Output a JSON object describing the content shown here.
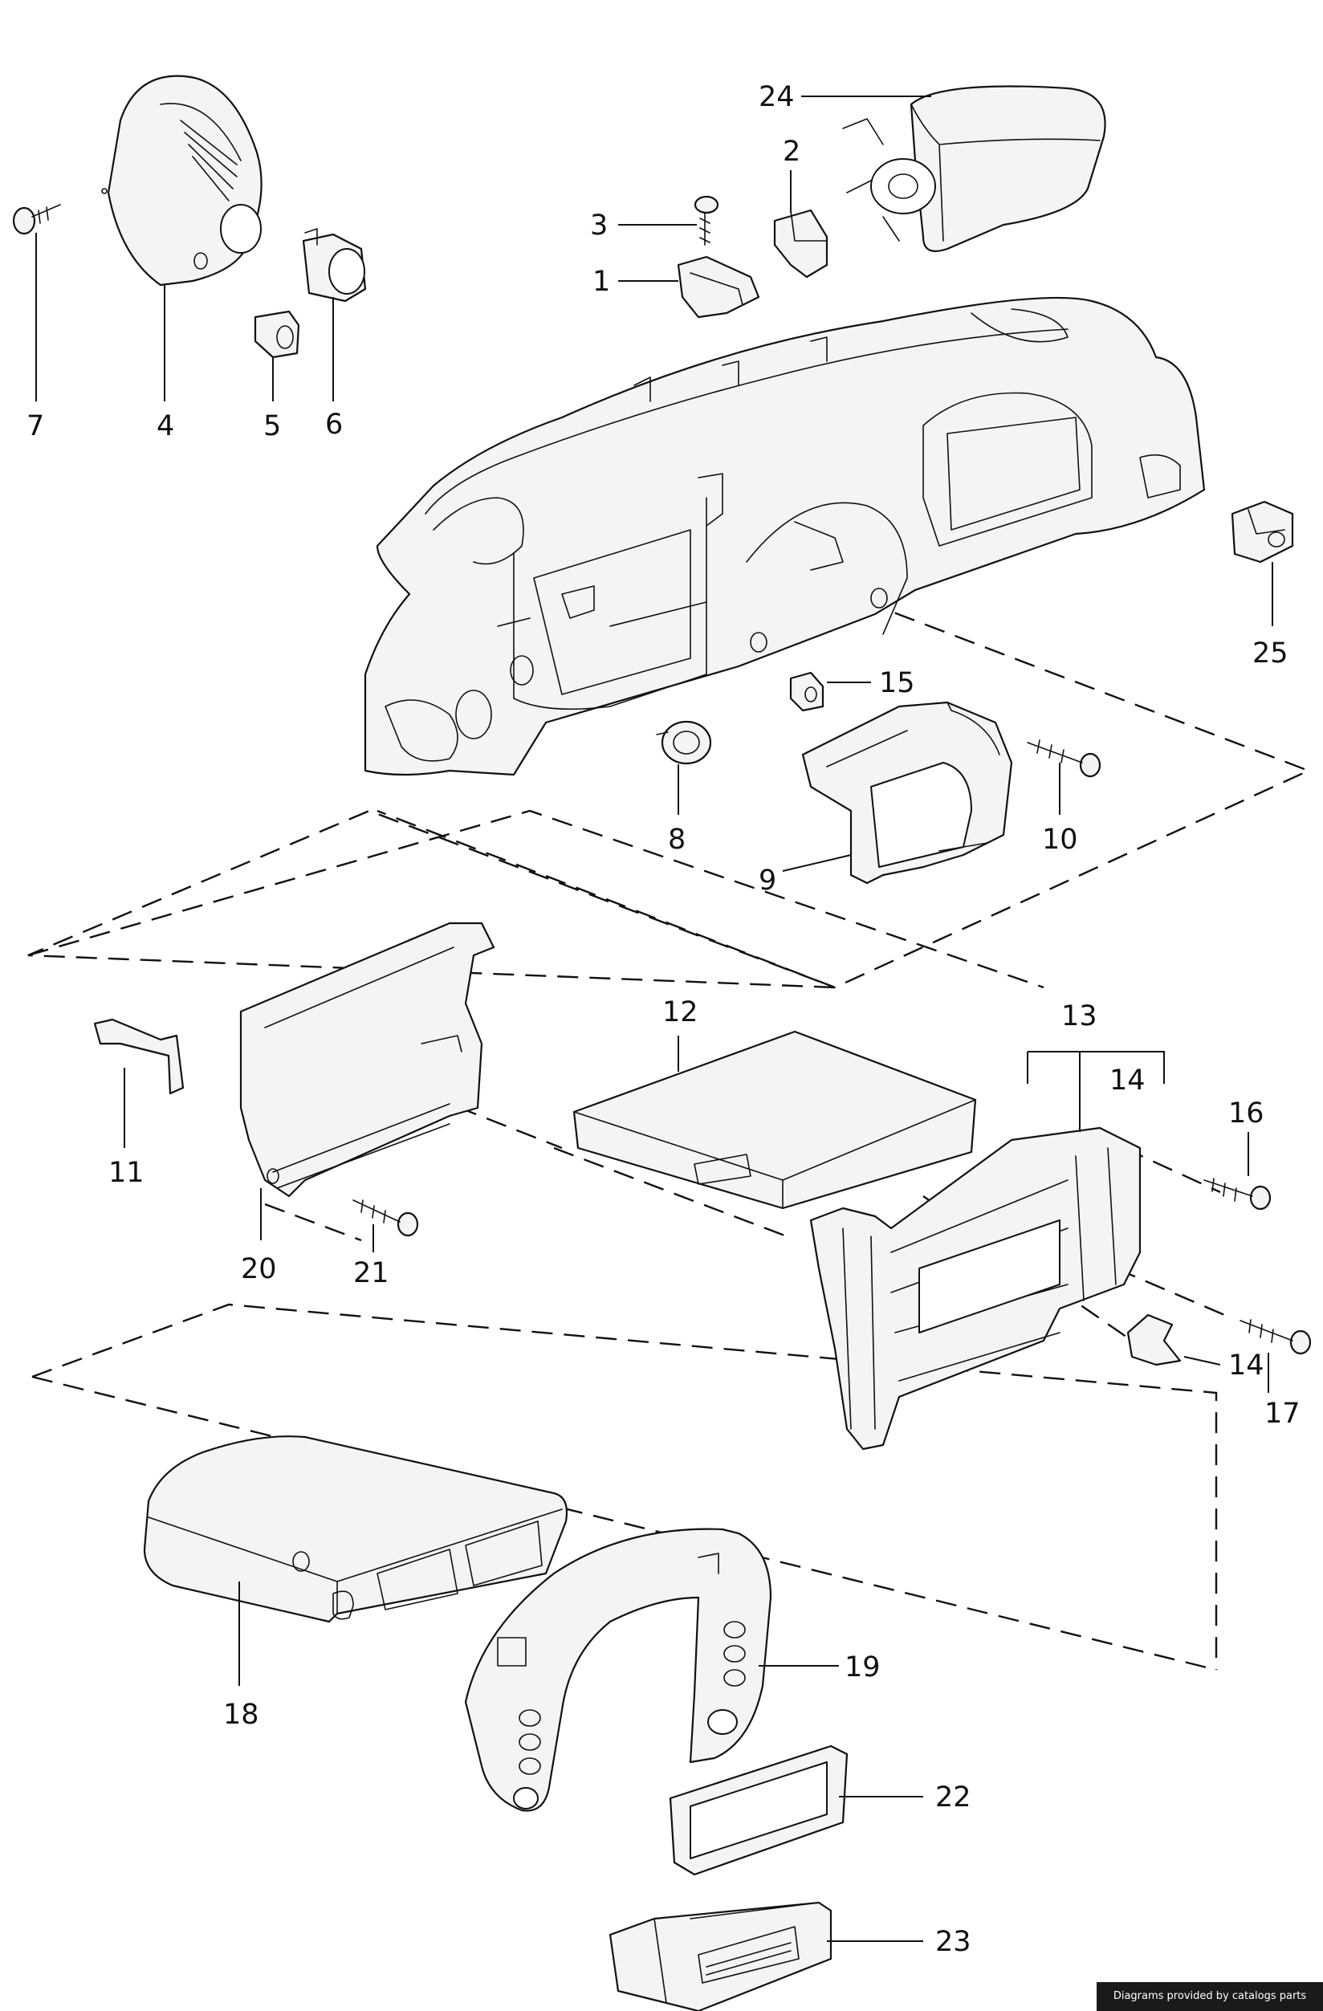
{
  "diagram": {
    "callouts": [
      "1",
      "2",
      "3",
      "4",
      "5",
      "6",
      "7",
      "8",
      "9",
      "10",
      "11",
      "12",
      "13",
      "14",
      "14",
      "14",
      "15",
      "16",
      "17",
      "18",
      "19",
      "20",
      "21",
      "22",
      "23",
      "24",
      "25"
    ]
  },
  "footer": {
    "credit": "Diagrams provided by catalogs parts"
  }
}
